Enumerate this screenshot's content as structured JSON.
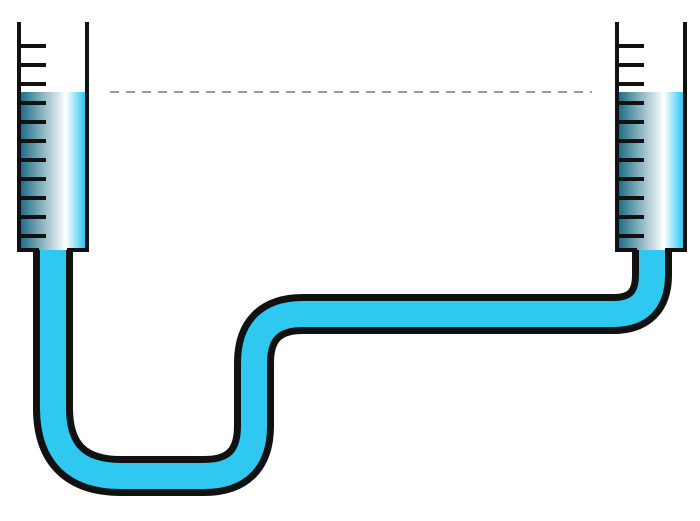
{
  "diagram": {
    "type": "communicating-vessels",
    "vessels": [
      {
        "id": "left-vessel",
        "graduation_marks": 11,
        "water_level": "equal"
      },
      {
        "id": "right-vessel",
        "graduation_marks": 11,
        "water_level": "equal"
      }
    ],
    "level_line": "dashed",
    "colors": {
      "water": "#2fc8f0",
      "water_light": "#ffffff",
      "water_dark": "#1f6f86",
      "outline": "#111111",
      "level_line": "#777777"
    }
  }
}
